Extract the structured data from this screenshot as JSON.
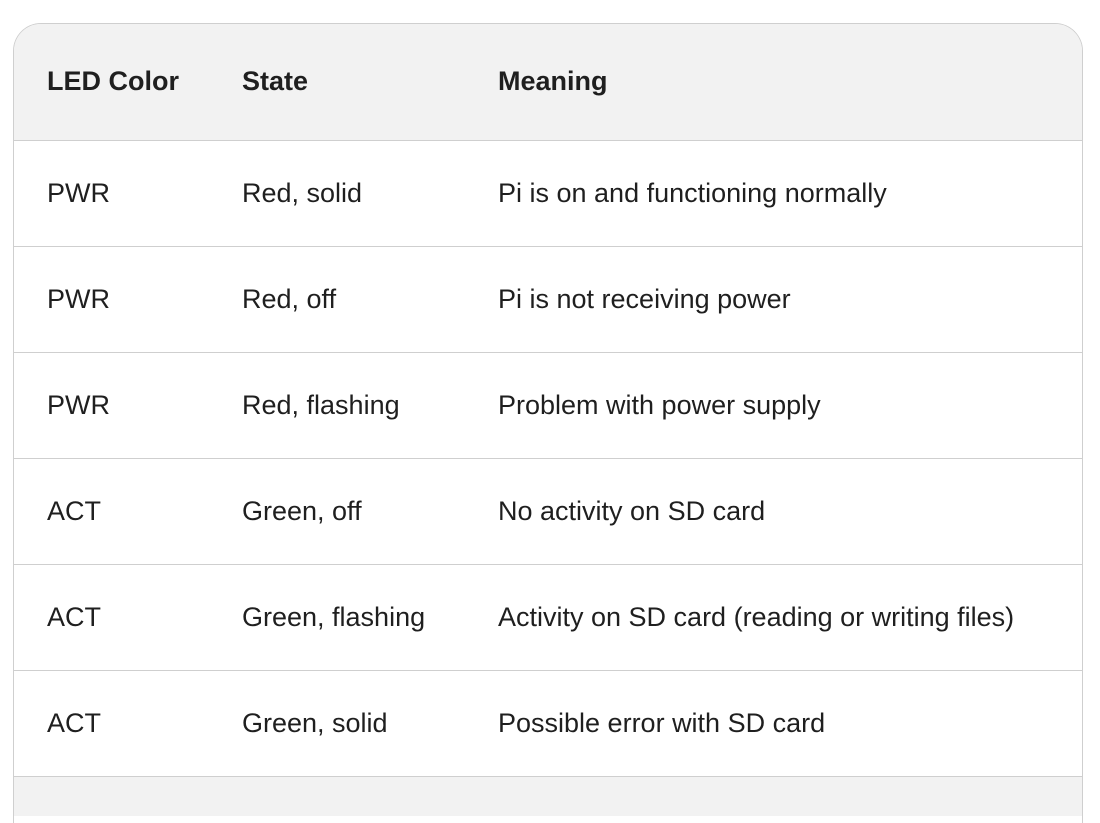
{
  "table": {
    "headers": [
      "LED Color",
      "State",
      "Meaning"
    ],
    "rows": [
      [
        "PWR",
        "Red, solid",
        "Pi is on and functioning normally"
      ],
      [
        "PWR",
        "Red, off",
        "Pi is not receiving power"
      ],
      [
        "PWR",
        "Red, flashing",
        "Problem with power supply"
      ],
      [
        "ACT",
        "Green, off",
        "No activity on SD card"
      ],
      [
        "ACT",
        "Green, flashing",
        "Activity on SD card (reading or writing files)"
      ],
      [
        "ACT",
        "Green, solid",
        "Possible error with SD card"
      ]
    ]
  },
  "colors": {
    "header_bg": "#f2f2f2",
    "border": "#cfcfcf",
    "text": "#1f1f1f"
  }
}
